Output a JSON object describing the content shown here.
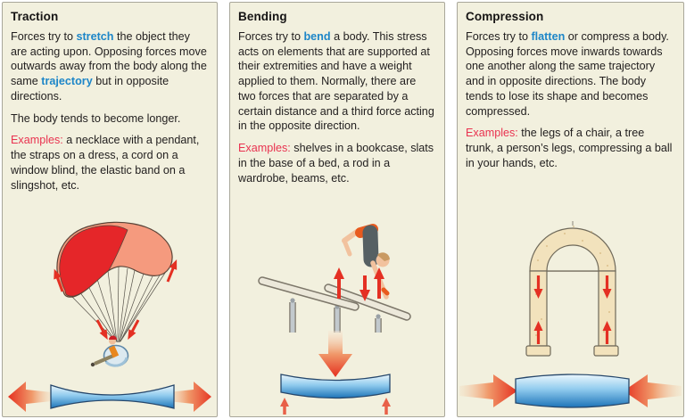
{
  "colors": {
    "panel-bg": "#f2f0de",
    "panel-border": "#a9a79a",
    "text": "#232020",
    "accent-blue": "#1d86c8",
    "accent-red-text": "#e93350",
    "arrow-red": "#e43023",
    "bar-blue-dark": "#1d74b8",
    "bar-blue-light": "#ecf7fd",
    "bar-outline": "#26476b",
    "canopy-red": "#e52629",
    "canopy-salmon": "#f59a7e",
    "arch-tan": "#f2e2bc"
  },
  "panels": [
    {
      "id": "traction",
      "title": "Traction",
      "paragraphs": [
        [
          {
            "t": "Forces try to "
          },
          {
            "t": "stretch",
            "c": "blue"
          },
          {
            "t": " the object they are acting upon. Opposing forces move outwards away from the body along the same "
          },
          {
            "t": "trajectory",
            "c": "blue"
          },
          {
            "t": " but in opposite directions."
          }
        ],
        [
          {
            "t": "The body tends to become longer."
          }
        ],
        [
          {
            "t": "Examples:",
            "c": "red"
          },
          {
            "t": " a necklace with a pendant, the straps on a dress, a cord on a window blind, the elastic band on a slingshot, etc."
          }
        ]
      ]
    },
    {
      "id": "bending",
      "title": "Bending",
      "paragraphs": [
        [
          {
            "t": "Forces try to "
          },
          {
            "t": "bend",
            "c": "blue"
          },
          {
            "t": " a body. This stress acts on elements that are supported at their extremities and have a weight applied to them. Normally, there are two forces that are separated by a certain distance and a third force acting in the opposite direction."
          }
        ],
        [
          {
            "t": "Examples:",
            "c": "red"
          },
          {
            "t": " shelves in a bookcase, slats in the base of a bed, a rod in a wardrobe, beams, etc."
          }
        ]
      ]
    },
    {
      "id": "compression",
      "title": "Compression",
      "paragraphs": [
        [
          {
            "t": "Forces try to "
          },
          {
            "t": "flatten",
            "c": "blue"
          },
          {
            "t": " or compress a body. Opposing forces move inwards towards one another along the same trajectory and in opposite directions. The body tends to lose its shape and becomes compressed."
          }
        ],
        [
          {
            "t": "Examples:",
            "c": "red"
          },
          {
            "t": " the legs of a chair, a tree trunk, a person’s legs, compressing a ball in your hands, etc."
          }
        ]
      ]
    }
  ]
}
